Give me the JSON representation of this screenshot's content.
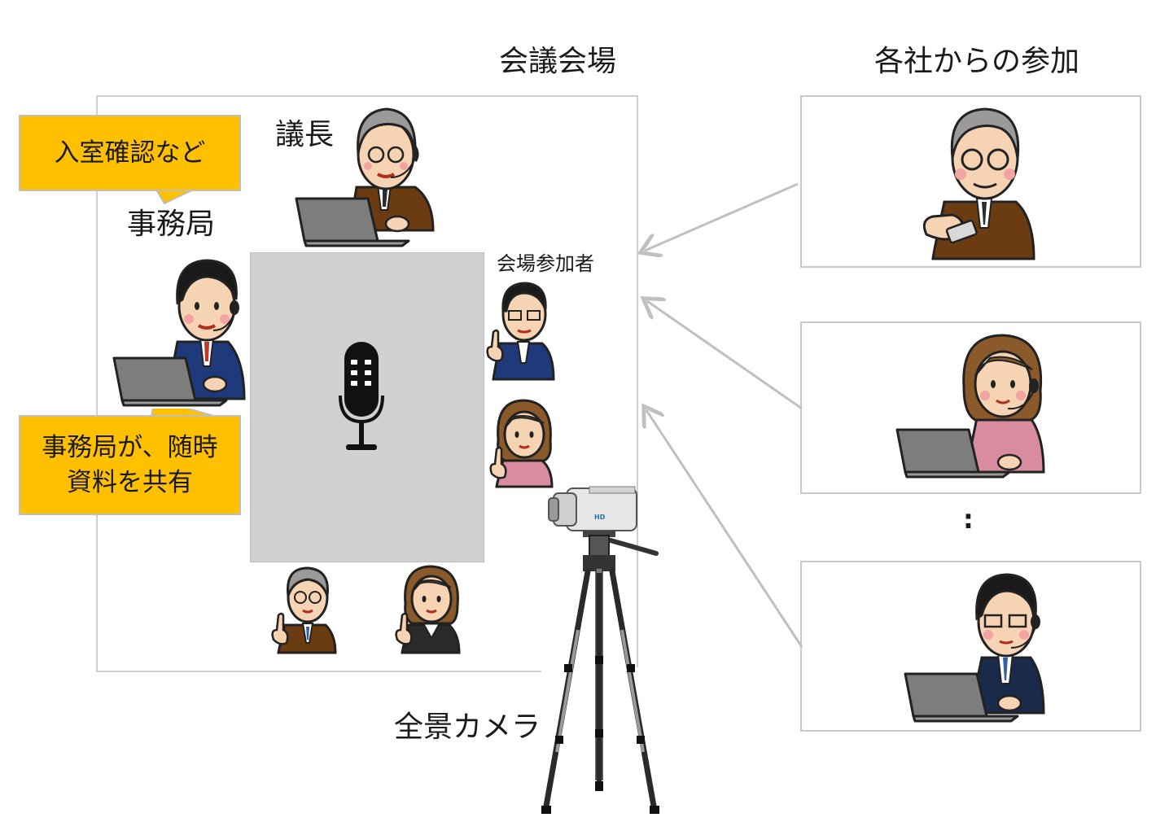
{
  "labels": {
    "venue": "会議会場",
    "remote": "各社からの参加",
    "chair": "議長",
    "secretariat": "事務局",
    "venue_participants": "会場参加者",
    "panorama_camera": "全景カメラ",
    "ellipsis": ":",
    "camera_badge": "HD"
  },
  "callouts": {
    "entry_check": "入室確認など",
    "share_docs": "事務局が、随時\n資料を共有"
  },
  "colors": {
    "callout": "#ffc000",
    "screen": "#d0d0d0",
    "arrow": "#c0c0c0",
    "border": "#cfcfcf"
  },
  "icons": [
    "microphone-icon",
    "video-camera-icon",
    "laptop-icon",
    "headset-icon"
  ]
}
